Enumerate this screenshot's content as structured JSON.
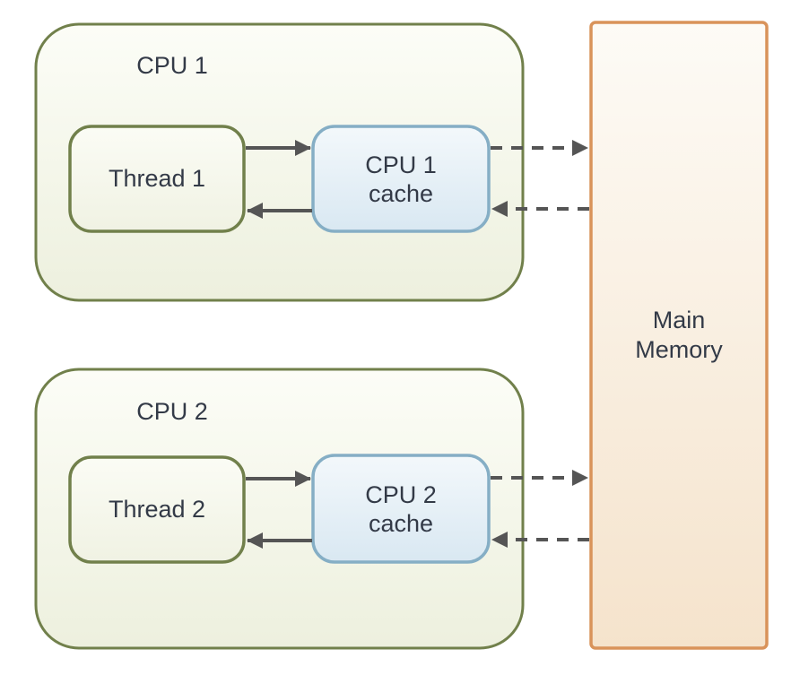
{
  "diagram": {
    "title": "cpu-cache-main-memory-architecture",
    "cpu1": {
      "label": "CPU 1",
      "thread_label": "Thread 1",
      "cache_label_line1": "CPU 1",
      "cache_label_line2": "cache"
    },
    "cpu2": {
      "label": "CPU 2",
      "thread_label": "Thread 2",
      "cache_label_line1": "CPU 2",
      "cache_label_line2": "cache"
    },
    "memory": {
      "label_line1": "Main",
      "label_line2": "Memory"
    },
    "colors": {
      "cpu_border": "#71804b",
      "cpu_fill_top": "#fcfdf7",
      "cpu_fill_bottom": "#edf0de",
      "thread_border": "#71804b",
      "thread_fill_top": "#fbfcf5",
      "thread_fill_bottom": "#f0f2e3",
      "cache_border": "#85aec5",
      "cache_fill_top": "#f3f8fb",
      "cache_fill_bottom": "#d9e8f2",
      "memory_border": "#d9935a",
      "memory_fill_top": "#fdfbf6",
      "memory_fill_bottom": "#f5e3cc",
      "arrow": "#555555",
      "text": "#333a47"
    }
  }
}
